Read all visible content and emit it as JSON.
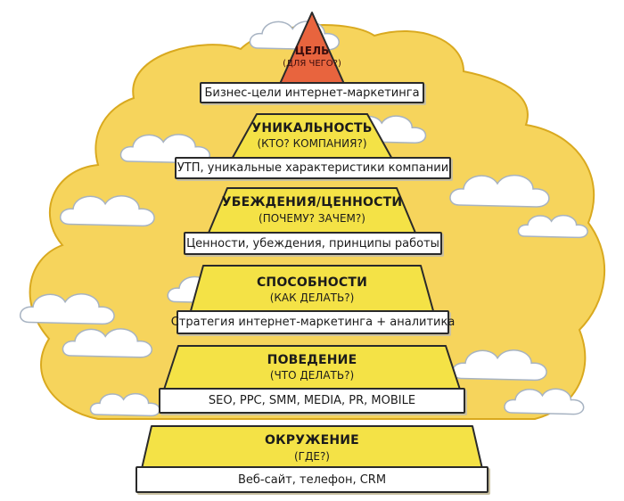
{
  "diagram": {
    "peak": {
      "title": "ЦЕЛЬ",
      "subtitle": "(ДЛЯ ЧЕГО?)",
      "banner": "Бизнес-цели интернет-маркетинга",
      "color": "#e8643e"
    },
    "levels": [
      {
        "title": "УНИКАЛЬНОСТЬ",
        "subtitle": "(КТО? КОМПАНИЯ?)",
        "banner": "УТП, уникальные характеристики компании"
      },
      {
        "title": "УБЕЖДЕНИЯ/ЦЕННОСТИ",
        "subtitle": "(ПОЧЕМУ? ЗАЧЕМ?)",
        "banner": "Ценности, убеждения, принципы работы"
      },
      {
        "title": "СПОСОБНОСТИ",
        "subtitle": "(КАК ДЕЛАТЬ?)",
        "banner": "Стратегия интернет-маркетинга + аналитика"
      },
      {
        "title": "ПОВЕДЕНИЕ",
        "subtitle": "(ЧТО ДЕЛАТЬ?)",
        "banner": "SEO, PPC, SMM, MEDIA, PR, MOBILE"
      },
      {
        "title": "ОКРУЖЕНИЕ",
        "subtitle": "(ГДЕ?)",
        "banner": "Веб-сайт, телефон, CRM"
      }
    ],
    "colors": {
      "background_cloud": "#f6d45c",
      "level_fill": "#f4e246",
      "outline": "#2a2a2a",
      "cloud": "#ffffff",
      "cloud_edge": "#a7b3c2"
    }
  }
}
